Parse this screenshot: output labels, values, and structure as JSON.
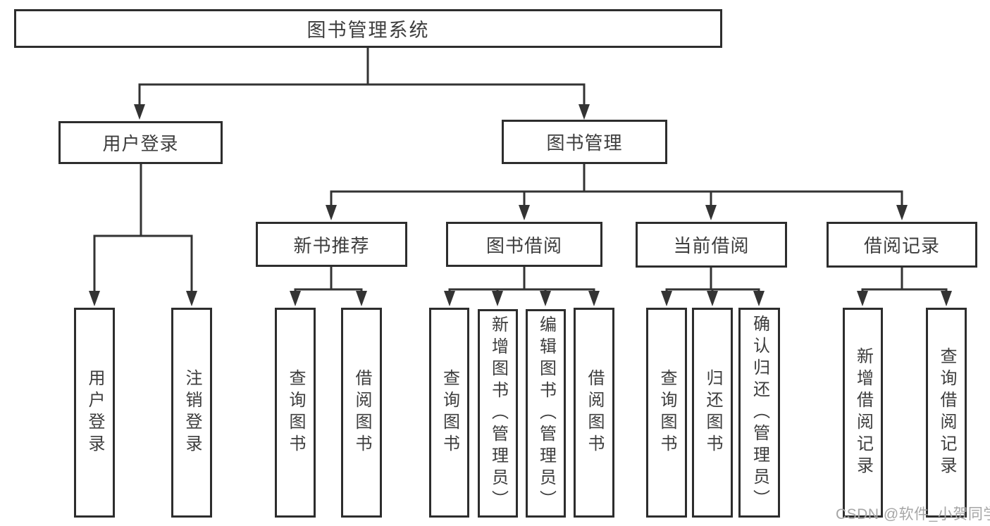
{
  "diagram": {
    "root": {
      "label": "图书管理系统"
    },
    "branches": [
      {
        "label": "用户登录",
        "children": [
          {
            "label": "用户登录"
          },
          {
            "label": "注销登录"
          }
        ]
      },
      {
        "label": "图书管理",
        "children": [
          {
            "label": "新书推荐",
            "children": [
              {
                "label": "查询图书"
              },
              {
                "label": "借阅图书"
              }
            ]
          },
          {
            "label": "图书借阅",
            "children": [
              {
                "label": "查询图书"
              },
              {
                "label": "新增图书（管理员）"
              },
              {
                "label": "编辑图书（管理员）"
              },
              {
                "label": "借阅图书"
              }
            ]
          },
          {
            "label": "当前借阅",
            "children": [
              {
                "label": "查询图书"
              },
              {
                "label": "归还图书"
              },
              {
                "label": "确认归还（管理员）"
              }
            ]
          },
          {
            "label": "借阅记录",
            "children": [
              {
                "label": "新增借阅记录"
              },
              {
                "label": "查询借阅记录"
              }
            ]
          }
        ]
      }
    ]
  },
  "watermark": {
    "label": "CSDN @软件_小贺同学"
  },
  "colors": {
    "line": "#333333",
    "border": "#2d2d2d",
    "text": "#3d3d3d",
    "watermark": "#a6a6a6",
    "background": "#ffffff"
  }
}
